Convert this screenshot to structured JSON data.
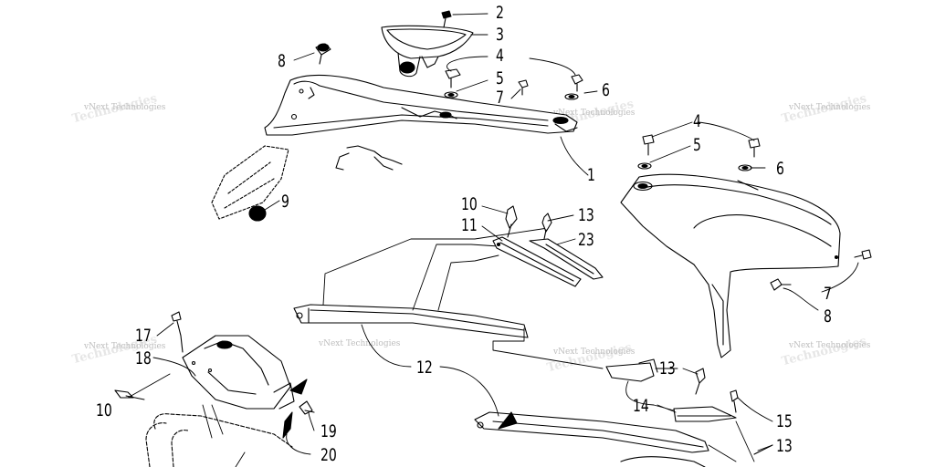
{
  "diagram": {
    "watermark_text": "vNext Technologies",
    "callouts": [
      "1",
      "2",
      "3",
      "4",
      "5",
      "6",
      "7",
      "8",
      "9",
      "10",
      "11",
      "12",
      "13",
      "14",
      "15",
      "17",
      "18",
      "19",
      "20",
      "23"
    ],
    "labels": {
      "l2": "2",
      "l3": "3",
      "l4a": "4",
      "l5a": "5",
      "l6a": "6",
      "l7a": "7",
      "l8a": "8",
      "l1": "1",
      "l4b": "4",
      "l5b": "5",
      "l6b": "6",
      "l9": "9",
      "l10a": "10",
      "l11": "11",
      "l13a": "13",
      "l23": "23",
      "l7b": "7",
      "l8b": "8",
      "l17": "17",
      "l18": "18",
      "l10b": "10",
      "l12": "12",
      "l13b": "13",
      "l14": "14",
      "l15": "15",
      "l13c": "13",
      "l19": "19",
      "l20": "20"
    }
  }
}
